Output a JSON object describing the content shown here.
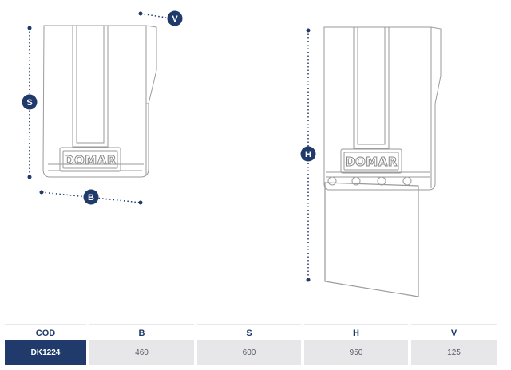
{
  "dimension_labels": {
    "s": "S",
    "b": "B",
    "v": "V",
    "h": "H"
  },
  "logo": {
    "text": "DOMAR"
  },
  "table": {
    "headers": [
      "COD",
      "B",
      "S",
      "H",
      "V"
    ],
    "row": [
      "DK1224",
      "460",
      "600",
      "950",
      "125"
    ]
  },
  "colors": {
    "accent": "#1f3a6b",
    "cell_background": "#e7e7e9",
    "outline": "#9a9a9a"
  }
}
